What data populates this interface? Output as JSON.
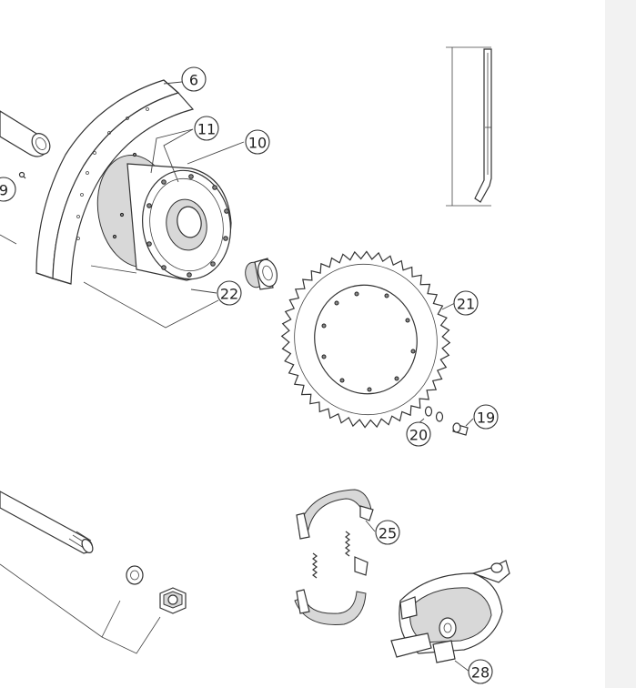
{
  "colors": {
    "line": "#333333",
    "background": "#ffffff",
    "gutter": "#f2f2f2"
  },
  "callouts": [
    {
      "label": "6"
    },
    {
      "label": "11"
    },
    {
      "label": "10"
    },
    {
      "label": "9"
    },
    {
      "label": "22"
    },
    {
      "label": "21"
    },
    {
      "label": "19"
    },
    {
      "label": "20"
    },
    {
      "label": "25"
    },
    {
      "label": "28"
    }
  ]
}
